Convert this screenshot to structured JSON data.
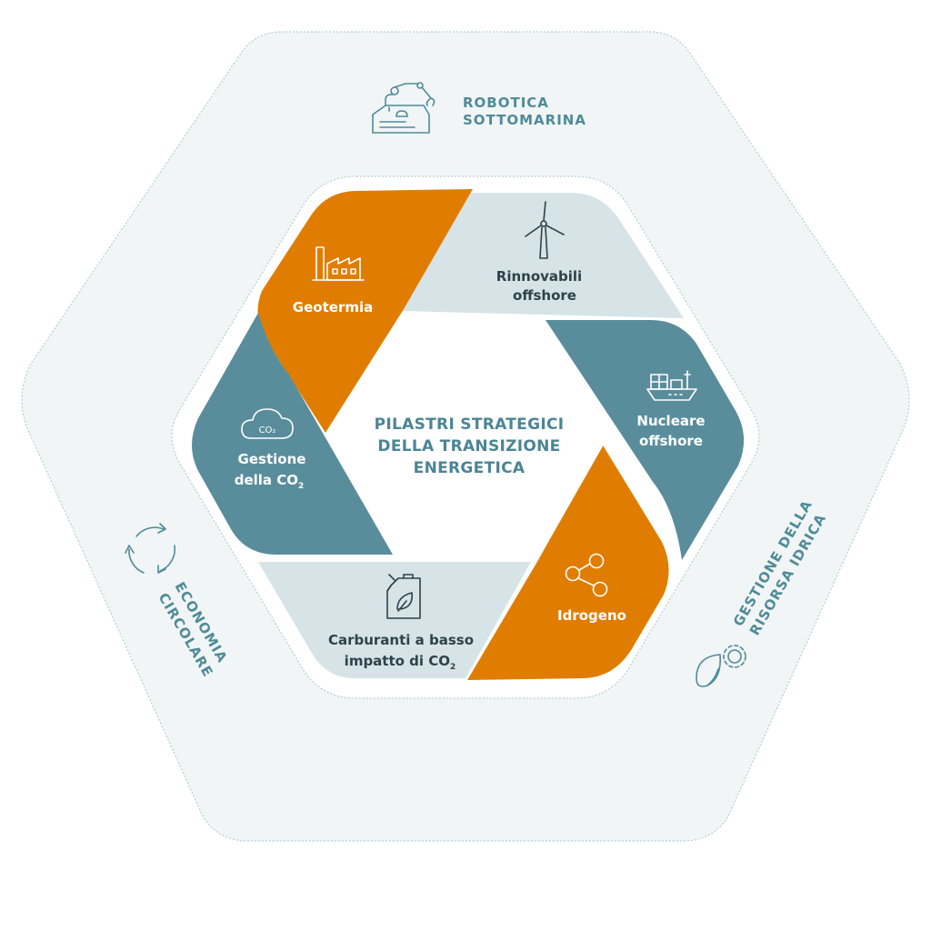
{
  "center": {
    "line1": "PILASTRI STRATEGICI",
    "line2": "DELLA TRANSIZIONE",
    "line3": "ENERGETICA"
  },
  "pillars": {
    "geotermia": {
      "label": "Geotermia",
      "icon": "factory-icon",
      "color": "#e07d00"
    },
    "rinnovabili": {
      "line1": "Rinnovabili",
      "line2": "offshore",
      "icon": "wind-turbine-icon",
      "color": "#d6e3e7"
    },
    "nucleare": {
      "line1": "Nucleare",
      "line2": "offshore",
      "icon": "ship-icon",
      "color": "#5a8d9c"
    },
    "idrogeno": {
      "label": "Idrogeno",
      "icon": "molecule-icon",
      "color": "#e07d00"
    },
    "carburanti": {
      "line1": "Carburanti a basso",
      "line2": "impatto di CO",
      "sub": "2",
      "icon": "fuel-canister-icon",
      "color": "#d6e3e7"
    },
    "co2": {
      "line1": "Gestione",
      "line2": "della CO",
      "sub": "2",
      "icon": "co2-cloud-icon",
      "icon_text": "CO₂",
      "color": "#5a8d9c"
    }
  },
  "outer": {
    "robotica": {
      "line1": "ROBOTICA",
      "line2": "SOTTOMARINA",
      "icon": "underwater-robot-icon"
    },
    "economia": {
      "line1": "ECONOMIA",
      "line2": "CIRCOLARE",
      "icon": "circular-arrows-icon"
    },
    "idrica": {
      "line1": "GESTIONE DELLA",
      "line2": "RISORSA IDRICA",
      "icon": "water-drop-gear-icon"
    }
  },
  "colors": {
    "outer_fill": "#f1f5f6",
    "outer_stroke": "#b7cdd3",
    "teal_text": "#4f8b98",
    "dark_text": "#2d4349"
  }
}
